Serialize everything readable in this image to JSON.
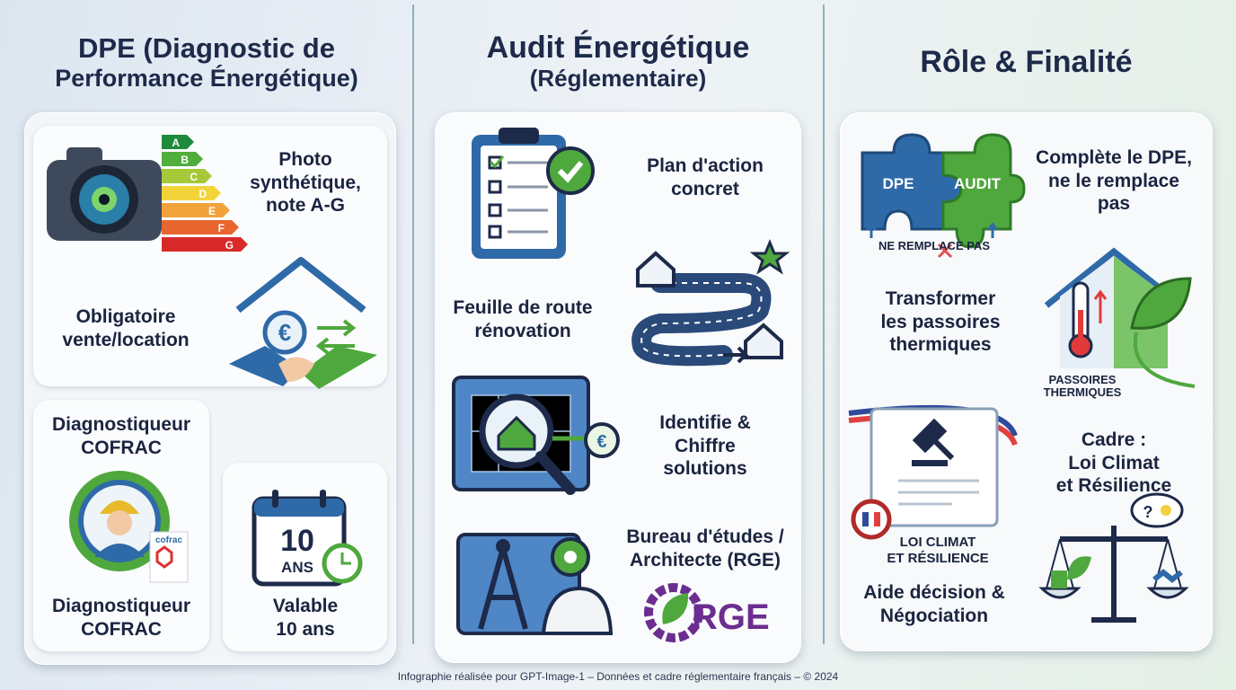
{
  "columns": [
    {
      "title_line1": "DPE (Diagnostic de",
      "title_line2": "Performance Énergétique)",
      "items": [
        {
          "text": [
            "Photo",
            "synthétique,",
            "note A-G"
          ],
          "icon": "camera-energy-label-icon"
        },
        {
          "text": [
            "Obligatoire",
            "vente/location"
          ],
          "icon": "handshake-house-euro-icon"
        },
        {
          "text": [
            "Diagnostiqueur",
            "COFRAC"
          ],
          "icon": "certified-diagnostician-badge-icon"
        },
        {
          "text": [
            "Valable",
            "10 ans"
          ],
          "icon": "calendar-icon"
        }
      ],
      "energy_classes": [
        "A",
        "B",
        "C",
        "D",
        "E",
        "F",
        "G"
      ],
      "badge_bottom_text": [
        "Diagnostiqueur",
        "COFRAC"
      ],
      "cofrac_logo": "cofrac",
      "calendar_value": "10",
      "calendar_unit": "ANS"
    },
    {
      "title_line1": "Audit Énergétique",
      "title_line2": "(Réglementaire)",
      "items": [
        {
          "text": [
            "Plan d'action",
            "concret"
          ],
          "icon": "clipboard-checklist-icon"
        },
        {
          "text": [
            "Feuille de route",
            "rénovation"
          ],
          "icon": "roadmap-icon"
        },
        {
          "text": [
            "Identifie &",
            "Chiffre",
            "solutions"
          ],
          "icon": "blueprint-magnifier-icon"
        },
        {
          "text": [
            "Bureau d'études /",
            "Architecte (RGE)"
          ],
          "icon": "engineering-tools-icon"
        }
      ],
      "rge_logo": "RGE"
    },
    {
      "title_line1": "Rôle & Finalité",
      "items": [
        {
          "text": [
            "Complète le DPE,",
            "ne le remplace",
            "pas"
          ],
          "icon": "puzzle-icon"
        },
        {
          "text": [
            "Transformer",
            "les passoires",
            "thermiques"
          ],
          "icon": "house-thermometer-leaf-icon"
        },
        {
          "text": [
            "Cadre :",
            "Loi Climat",
            "et Résilience"
          ],
          "icon": "balance-scale-icon"
        },
        {
          "text": [
            "Aide décision &",
            "Négociation"
          ],
          "icon": "law-document-gavel-icon"
        }
      ],
      "puzzle_labels": [
        "DPE",
        "AUDIT"
      ],
      "puzzle_caption": "NE REMPLACE PAS",
      "house_caption": [
        "PASSOIRES",
        "THERMIQUES"
      ],
      "document_caption": [
        "LOI CLIMAT",
        "ET RÉSILIENCE"
      ]
    }
  ],
  "footer": "Infographie réalisée pour GPT-Image-1 – Données et cadre réglementaire français – © 2024",
  "colors": {
    "blue": "#2f6aa8",
    "green": "#4fa83d",
    "text": "#1b2440",
    "divider": "#8fb0bd"
  }
}
